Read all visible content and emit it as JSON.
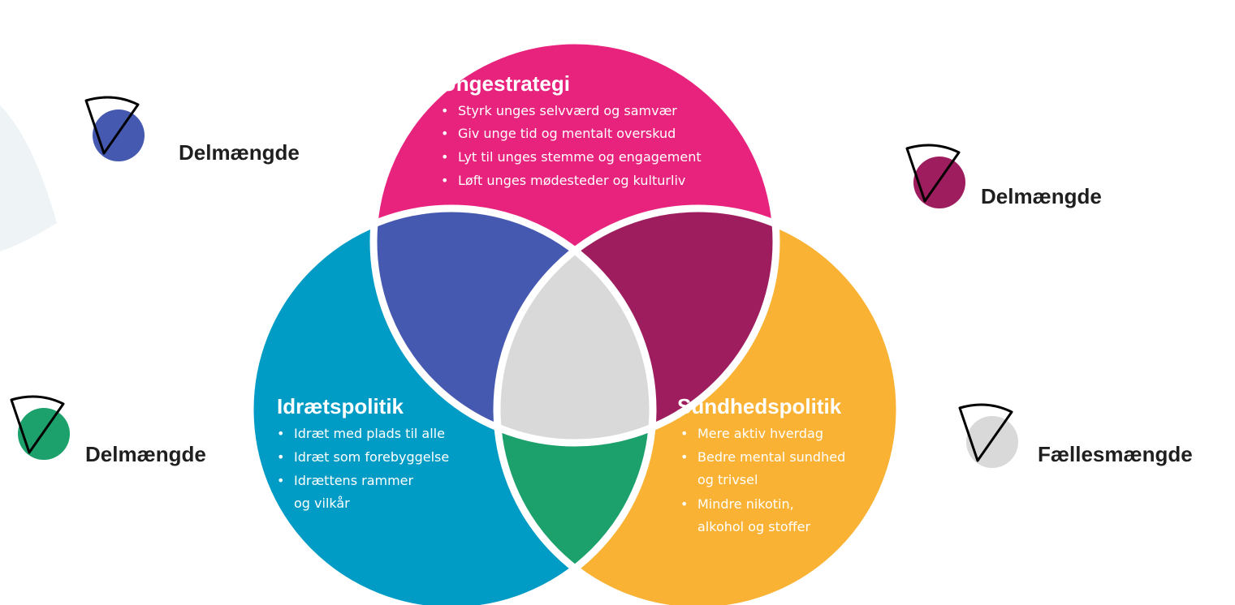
{
  "colors": {
    "top": "#E8237D",
    "left": "#009CC6",
    "right": "#F9B233",
    "top_left": "#4659B0",
    "top_right": "#9E1D5E",
    "left_right": "#1DA16C",
    "center": "#D9D9D9",
    "ghost": "#EEF3F6"
  },
  "sets": {
    "top": {
      "title": "Ungestrategi",
      "bullets": [
        "Styrk unges selvværd og samvær",
        "Giv unge tid og mentalt overskud",
        "Lyt til unges stemme og engagement",
        "Løft unges mødesteder og kulturliv"
      ]
    },
    "left": {
      "title": "Idrætspolitik",
      "bullets": [
        "Idræt med plads til alle",
        "Idræt som forebyggelse",
        "Idrættens rammer",
        "og vilkår"
      ]
    },
    "right": {
      "title": "Sundhedspolitik",
      "bullets": [
        "Mere aktiv hverdag",
        "Bedre mental sundhed",
        "og trivsel",
        "Mindre nikotin,",
        "alkohol og stoffer"
      ]
    }
  },
  "legend": {
    "top_left": {
      "label": "Delmængde",
      "icon": "pie-wedge-icon",
      "color": "#4659B0"
    },
    "top_right": {
      "label": "Delmængde",
      "icon": "pie-wedge-icon",
      "color": "#9E1D5E"
    },
    "left_right": {
      "label": "Delmængde",
      "icon": "pie-wedge-icon",
      "color": "#1DA16C"
    },
    "center": {
      "label": "Fællesmængde",
      "icon": "pie-wedge-icon",
      "color": "#D9D9D9"
    }
  }
}
